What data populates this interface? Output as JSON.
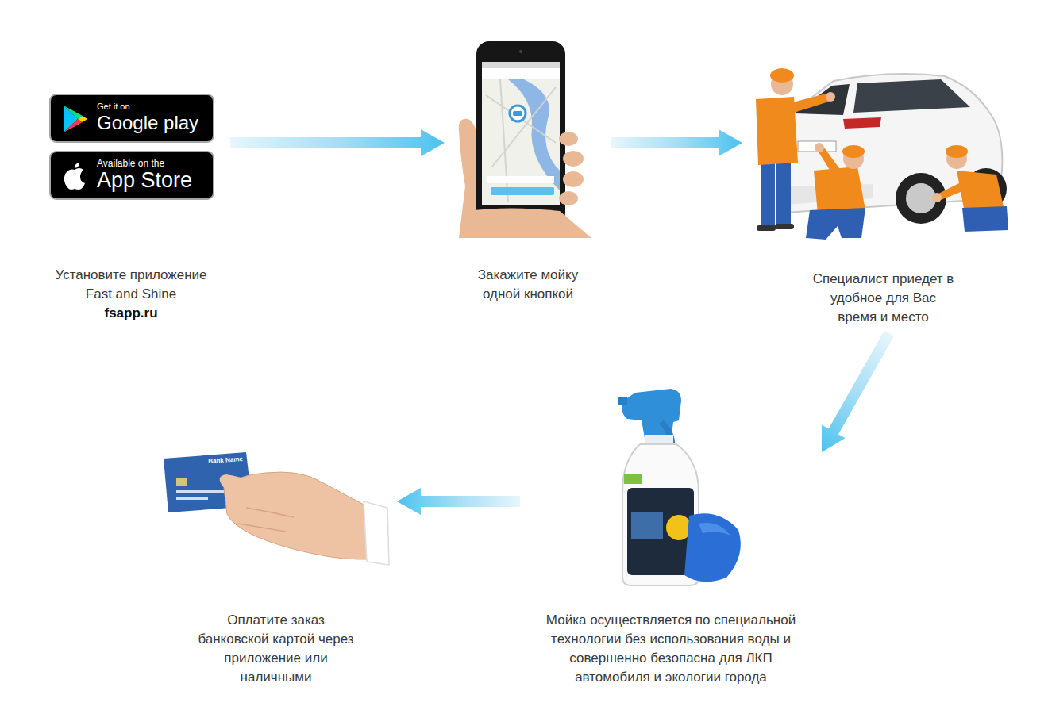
{
  "diagram": {
    "nodes": [
      {
        "text": [
          "Установите приложение Fast and Shine",
          "fsapp.ru"
        ]
      },
      {
        "text": [
          "Get it on",
          "Google play"
        ],
        "in": 0
      },
      {
        "text": [
          "Available on the",
          "App Store"
        ],
        "in": 0
      },
      {
        "text": [
          "Закажите мойку одной кнопкой"
        ]
      },
      {
        "text": [
          "Специалист приедет в удобное для Вас время и место"
        ]
      },
      {
        "text": [
          "Мойка осуществляется по специальной технологии без использования воды и совершенно безопасна для ЛКП автомобиля и экологии города"
        ]
      },
      {
        "text": [
          "Оплатите заказ банковской картой через приложение или наличными"
        ]
      }
    ],
    "edges": [
      {
        "from": 0,
        "to": 3,
        "arrow": "to"
      },
      {
        "from": 3,
        "to": 4,
        "arrow": "to"
      },
      {
        "from": 4,
        "to": 5,
        "arrow": "to"
      },
      {
        "from": 5,
        "to": 6,
        "arrow": "to"
      }
    ],
    "labels": [
      "Bank Name"
    ]
  }
}
